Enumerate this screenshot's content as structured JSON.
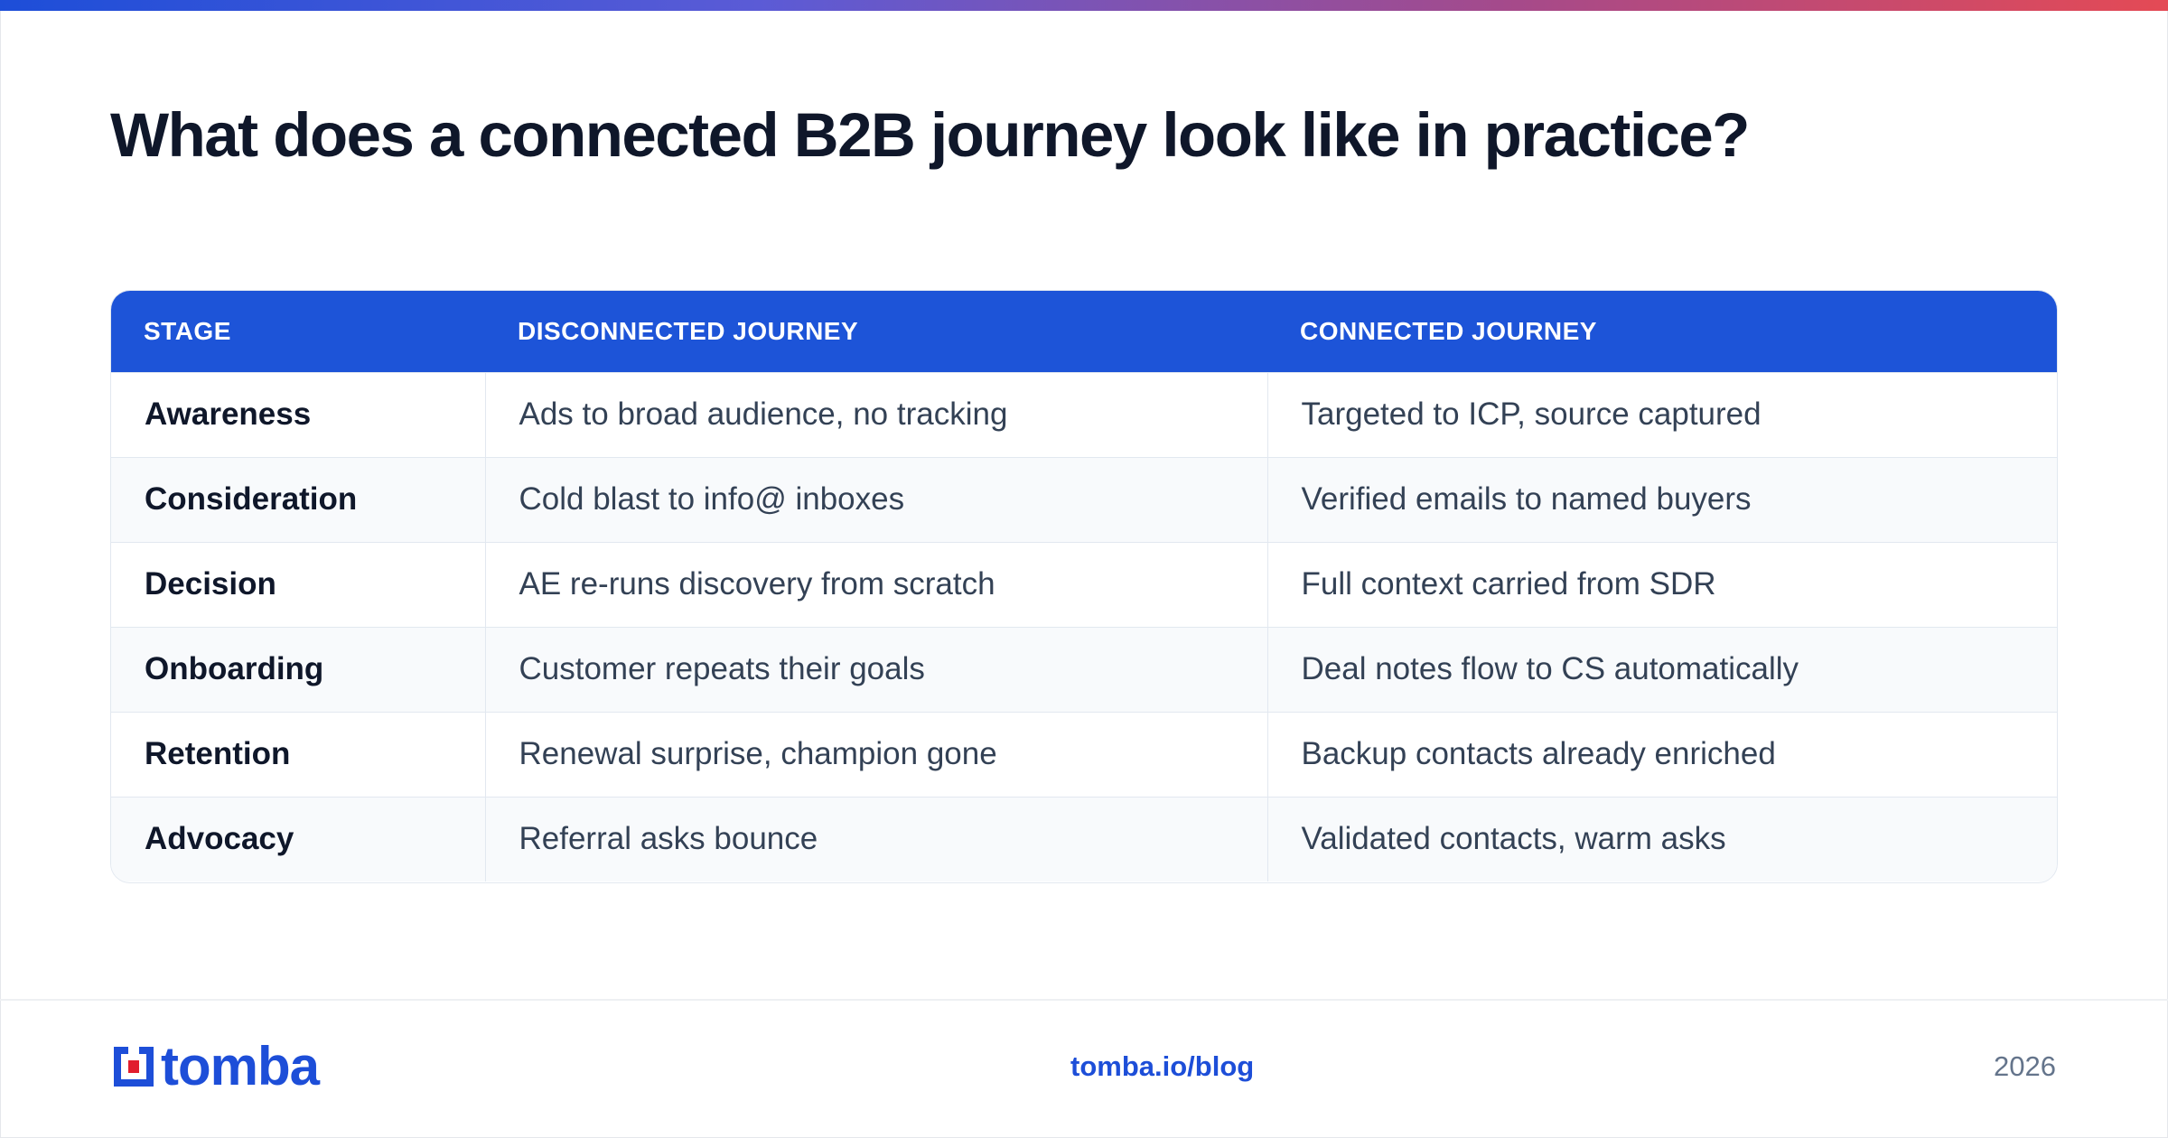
{
  "title": "What does a connected B2B journey look like in practice?",
  "colors": {
    "accent": "#1d54d8",
    "gradient": [
      "#1d4ed8",
      "#e44a55"
    ],
    "brand_red": "#e11d2e"
  },
  "table": {
    "headers": [
      "STAGE",
      "DISCONNECTED JOURNEY",
      "CONNECTED JOURNEY"
    ],
    "rows": [
      {
        "stage": "Awareness",
        "disconnected": "Ads to broad audience, no tracking",
        "connected": "Targeted to ICP, source captured"
      },
      {
        "stage": "Consideration",
        "disconnected": "Cold blast to info@ inboxes",
        "connected": "Verified emails to named buyers"
      },
      {
        "stage": "Decision",
        "disconnected": "AE re-runs discovery from scratch",
        "connected": "Full context carried from SDR"
      },
      {
        "stage": "Onboarding",
        "disconnected": "Customer repeats their goals",
        "connected": "Deal notes flow to CS automatically"
      },
      {
        "stage": "Retention",
        "disconnected": "Renewal surprise, champion gone",
        "connected": "Backup contacts already enriched"
      },
      {
        "stage": "Advocacy",
        "disconnected": "Referral asks bounce",
        "connected": "Validated contacts, warm asks"
      }
    ]
  },
  "footer": {
    "logo_text": "tomba",
    "link": "tomba.io/blog",
    "year": "2026"
  }
}
